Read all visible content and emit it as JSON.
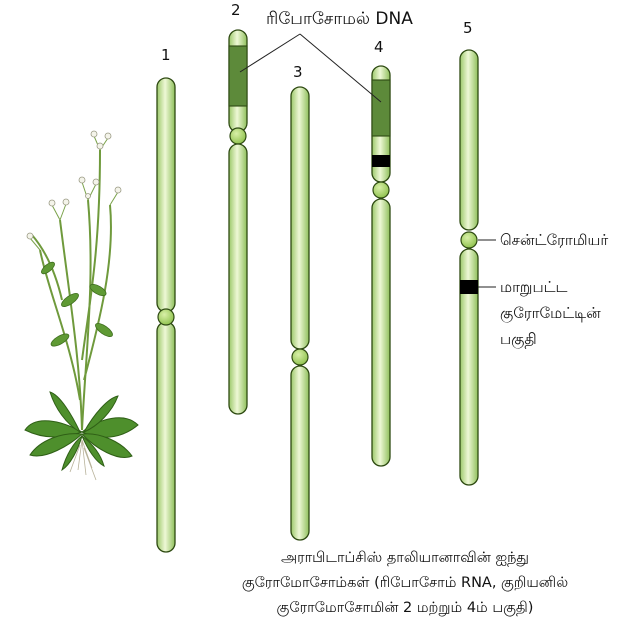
{
  "figure": {
    "caption_lines": [
      "அராபிடாப்சிஸ் தாலியானாவின் ஐந்து",
      "குரோமோசோம்கள் (ரிபோசோம் RNA, குறியனில்",
      "குரோமோசோமின் 2 மற்றும் 4ம் பகுதி)"
    ],
    "ribosomal_label": "ரிபோசோமல் DNA",
    "centromere_label": "சென்ட்ரோமியர்",
    "heterochromatin_label_lines": [
      "மாறுபட்ட",
      "குரோமேட்டின்",
      "பகுதி"
    ],
    "chromosome_numbers": [
      "1",
      "2",
      "3",
      "4",
      "5"
    ],
    "colors": {
      "chromosome_fill": "#d6ebb0",
      "chromosome_edge": "#2e4a12",
      "ribosomal_dna": "#5d8a3a",
      "centromere": "#a9d26a",
      "heterochromatin": "#000000"
    }
  }
}
